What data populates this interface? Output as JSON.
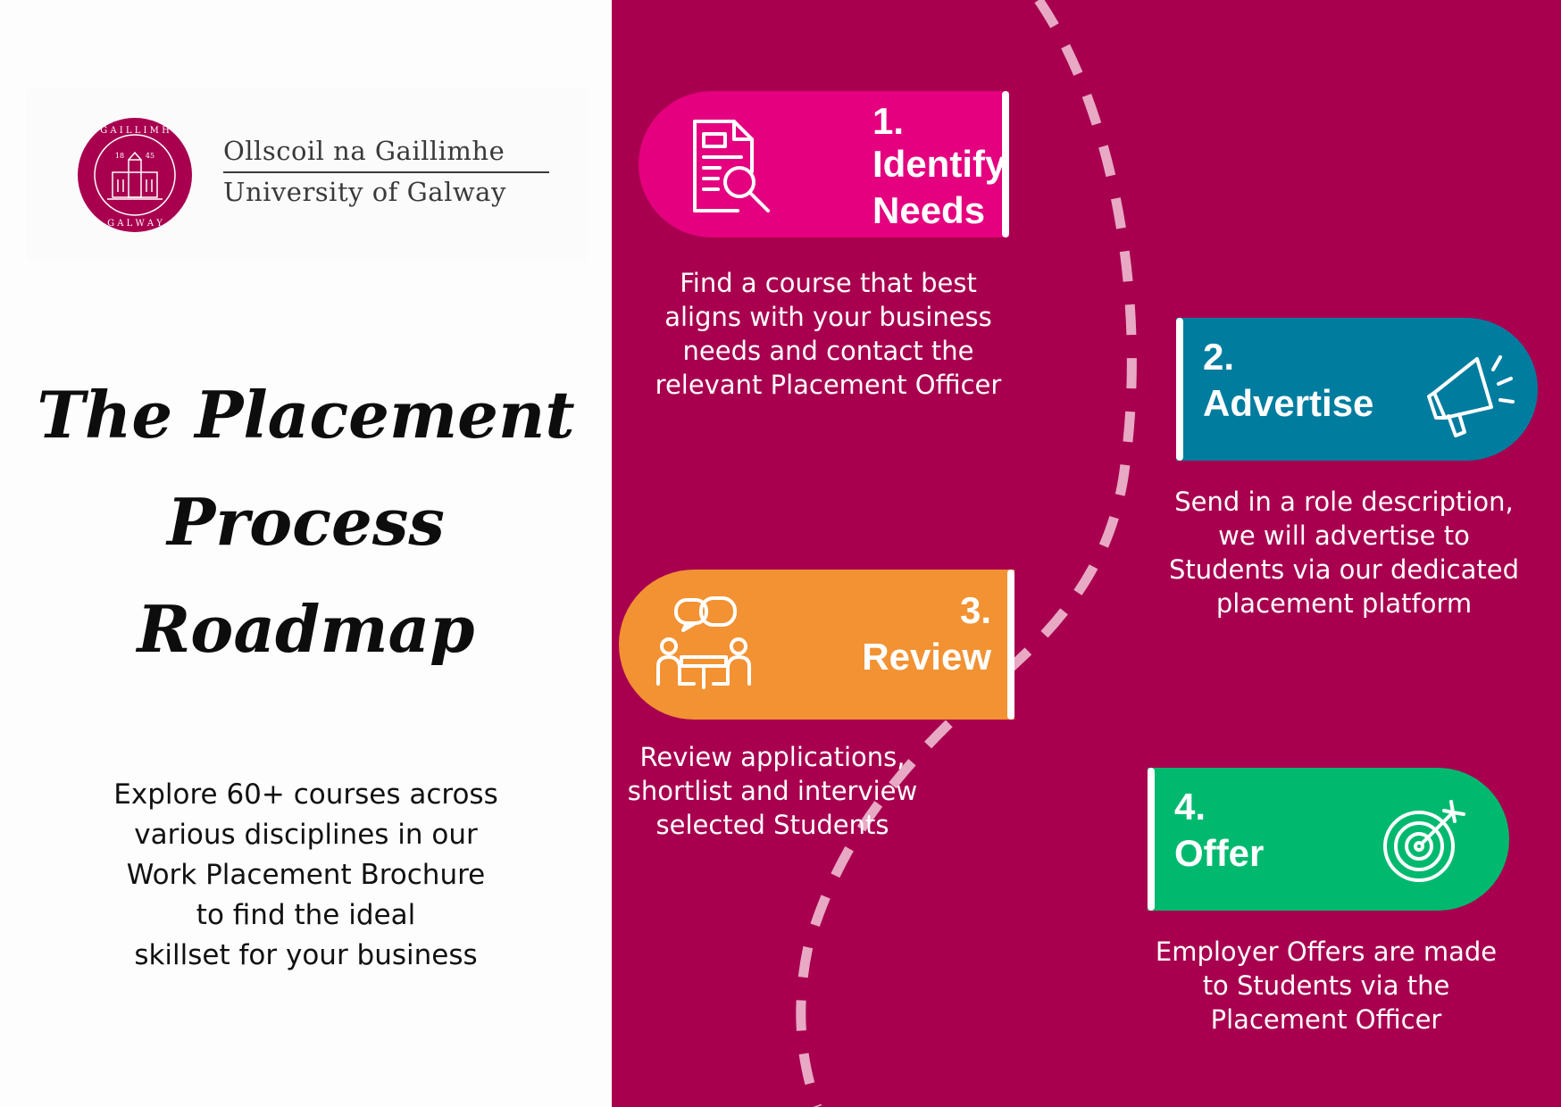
{
  "brand": {
    "colors": {
      "background_right": "#a8004f",
      "step1": "#e4007e",
      "step2": "#007c9f",
      "step3": "#f29233",
      "step4": "#00b96e"
    },
    "logo_line1": "Ollscoil na Gaillimhe",
    "logo_line2": "University of Galway",
    "seal_icon": "university-seal-icon"
  },
  "title_lines": [
    "The Placement",
    "Process",
    "Roadmap"
  ],
  "intro_lines": [
    "Explore 60+ courses across",
    "various disciplines in our",
    "Work Placement Brochure",
    "to find the ideal",
    "skillset for your business"
  ],
  "steps": [
    {
      "number": "1.",
      "title_lines": [
        "Identify",
        "Needs"
      ],
      "icon": "document-search-icon",
      "desc_lines": [
        "Find a course that best",
        "aligns with your business",
        "needs and contact the",
        "relevant Placement Officer"
      ]
    },
    {
      "number": "2.",
      "title_lines": [
        "Advertise"
      ],
      "icon": "megaphone-icon",
      "desc_lines": [
        "Send in a role description,",
        "we will advertise to",
        "Students via our dedicated",
        "placement platform"
      ]
    },
    {
      "number": "3.",
      "title_lines": [
        "Review"
      ],
      "icon": "interview-meeting-icon",
      "desc_lines": [
        "Review applications,",
        "shortlist and interview",
        "selected Students"
      ]
    },
    {
      "number": "4.",
      "title_lines": [
        "Offer"
      ],
      "icon": "target-icon",
      "desc_lines": [
        "Employer Offers are made",
        "to Students via the",
        "Placement Officer"
      ]
    }
  ]
}
